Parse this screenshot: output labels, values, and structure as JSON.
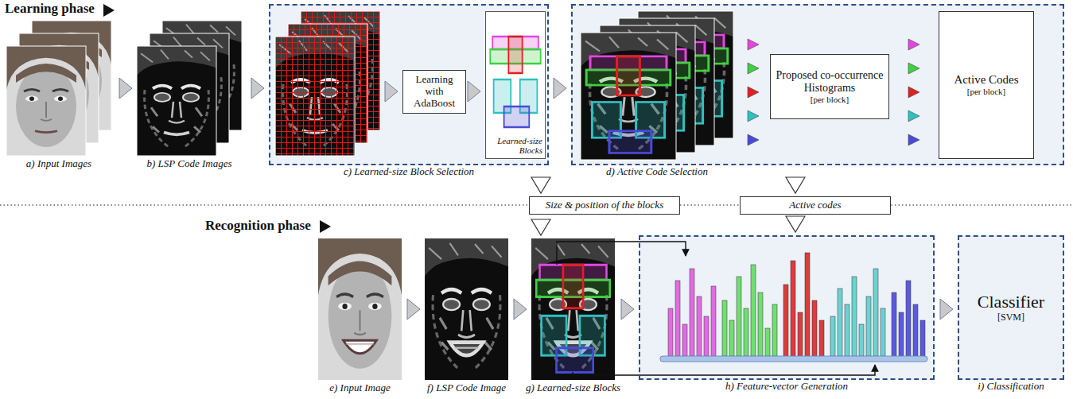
{
  "diagram": {
    "nodes": [
      {
        "text": [
          "a) Input Images"
        ]
      },
      {
        "text": [
          "b) LSP Code Images"
        ]
      },
      {
        "text": [
          "c) Learned-size Block Selection"
        ]
      },
      {
        "text": [
          "Learning with AdaBoost"
        ],
        "in": 2
      },
      {
        "text": [
          "Learned-size Blocks"
        ],
        "in": 2
      },
      {
        "text": [
          "d) Active Code Selection"
        ]
      },
      {
        "text": [
          "Proposed co-occurrence Histograms",
          "[per block]"
        ],
        "in": 5
      },
      {
        "text": [
          "Active Codes",
          "[per block]"
        ],
        "in": 5
      },
      {
        "text": [
          "Size & position of the blocks"
        ]
      },
      {
        "text": [
          "Active codes"
        ]
      },
      {
        "text": [
          "e) Input Image"
        ]
      },
      {
        "text": [
          "f) LSP Code Image"
        ]
      },
      {
        "text": [
          "g) Learned-size Blocks"
        ]
      },
      {
        "text": [
          "h) Feature-vector Generation"
        ]
      },
      {
        "text": [
          "Classifier",
          "[SVM]",
          "i) Classification"
        ]
      }
    ],
    "edges": [
      {
        "from": 0,
        "to": 1,
        "arrow": "to"
      },
      {
        "from": 1,
        "to": 2,
        "arrow": "to"
      },
      {
        "from": 3,
        "to": 4,
        "arrow": "to"
      },
      {
        "from": 2,
        "to": 5,
        "arrow": "to"
      },
      {
        "from": 2,
        "to": 8,
        "arrow": "to"
      },
      {
        "from": 5,
        "to": 9,
        "arrow": "to"
      },
      {
        "from": 8,
        "to": 12,
        "arrow": "to"
      },
      {
        "from": 9,
        "to": 13,
        "arrow": "to"
      },
      {
        "from": 10,
        "to": 11,
        "arrow": "to"
      },
      {
        "from": 11,
        "to": 12,
        "arrow": "to"
      },
      {
        "from": 12,
        "to": 13,
        "arrow": "to"
      },
      {
        "from": 13,
        "to": 14,
        "arrow": "to"
      }
    ],
    "labels": [
      "Learning phase",
      "Recognition phase"
    ]
  }
}
